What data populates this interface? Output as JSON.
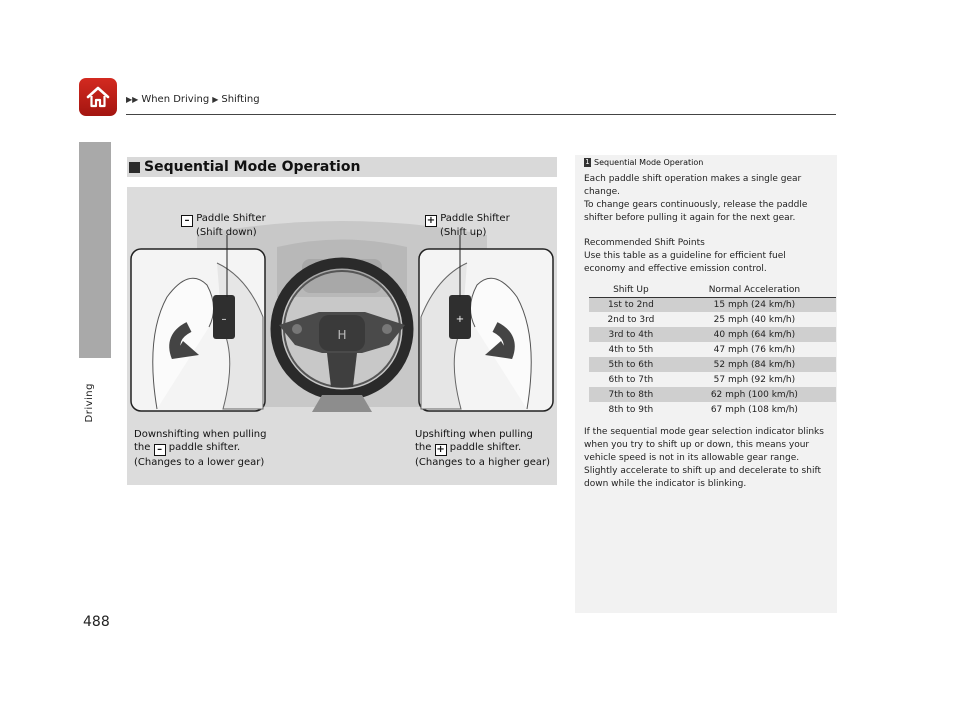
{
  "breadcrumb": {
    "items": [
      "When Driving",
      "Shifting"
    ]
  },
  "side_tab": {
    "label": "Driving"
  },
  "page_number": "488",
  "section": {
    "title": "Sequential Mode Operation"
  },
  "figure": {
    "callout_down": {
      "symbol": "–",
      "line1": "Paddle Shifter",
      "line2": "(Shift down)"
    },
    "callout_up": {
      "symbol": "+",
      "line1": "Paddle Shifter",
      "line2": "(Shift up)"
    },
    "caption_down": {
      "line1": "Downshifting when pulling",
      "pre": "the",
      "symbol": "–",
      "post": "paddle shifter.",
      "line3": "(Changes to a lower gear)"
    },
    "caption_up": {
      "line1": "Upshifting when pulling",
      "pre": "the",
      "symbol": "+",
      "post": "paddle shifter.",
      "line3": "(Changes to a higher gear)"
    }
  },
  "note": {
    "heading_num": "1",
    "heading": "Sequential Mode Operation",
    "para1_line1": "Each paddle shift operation makes a single gear",
    "para1_line2": "change.",
    "para2_line1": "To change gears continuously, release the paddle",
    "para2_line2": "shifter before pulling it again for the next gear.",
    "rec_title": "Recommended Shift Points",
    "rec_line1": "Use this table as a guideline for efficient fuel",
    "rec_line2": "economy and effective emission control.",
    "table": {
      "headers": [
        "Shift Up",
        "Normal Acceleration"
      ],
      "rows": [
        [
          "1st to 2nd",
          "15 mph (24 km/h)"
        ],
        [
          "2nd to 3rd",
          "25 mph (40 km/h)"
        ],
        [
          "3rd to 4th",
          "40 mph (64 km/h)"
        ],
        [
          "4th to 5th",
          "47 mph (76 km/h)"
        ],
        [
          "5th to 6th",
          "52 mph (84 km/h)"
        ],
        [
          "6th to 7th",
          "57 mph (92 km/h)"
        ],
        [
          "7th to 8th",
          "62 mph (100 km/h)"
        ],
        [
          "8th to 9th",
          "67 mph (108 km/h)"
        ]
      ]
    },
    "after_line1": "If the sequential mode gear selection indicator blinks",
    "after_line2": "when you try to shift up or down, this means your",
    "after_line3": "vehicle speed is not in its allowable gear range.",
    "after_line4": "Slightly accelerate to shift up and decelerate to shift",
    "after_line5": "down while the indicator is blinking."
  },
  "colors": {
    "home_red": "#c4201a",
    "side_tab_gray": "#a9a9a9",
    "figure_bg": "#dcdcdc",
    "note_bg": "#f2f2f2",
    "table_shade": "#cfcfcf"
  }
}
